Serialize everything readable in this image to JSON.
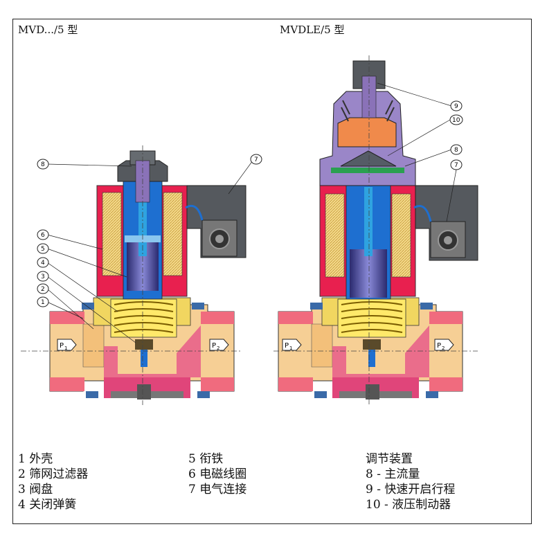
{
  "titles": {
    "left": "MVD.../5 型",
    "right": "MVDLE/5 型"
  },
  "ports": {
    "p1": "P",
    "p1_sub": "1",
    "p2": "P",
    "p2_sub": "2"
  },
  "callouts": {
    "left": [
      "8",
      "7",
      "6",
      "5",
      "4",
      "3",
      "2",
      "1"
    ],
    "right": [
      "9",
      "10",
      "8",
      "7"
    ]
  },
  "legend": {
    "col1": [
      "1 外壳",
      "2 筛网过滤器",
      "3 阀盘",
      "4 关闭弹簧"
    ],
    "col2": [
      "5 衔铁",
      "6 电磁线圈",
      "7 电气连接"
    ],
    "col3": [
      "调节装置",
      "8 - 主流量",
      "9 - 快速开启行程",
      "10 - 液压制动器"
    ]
  },
  "colors": {
    "housing": "#f2c98a",
    "coil": "#e8204f",
    "blue": "#1e6fd0",
    "spring": "#e8d330",
    "gray": "#55595e",
    "purple": "#9a86c8",
    "orange": "#f08a4b",
    "port_red": "#f06b7e"
  }
}
